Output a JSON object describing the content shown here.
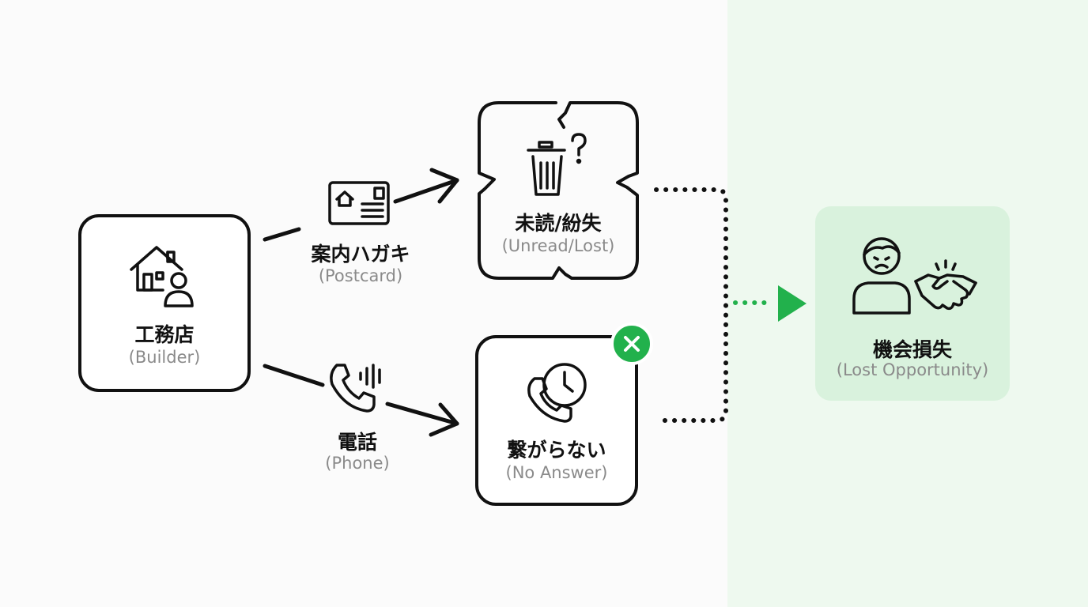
{
  "nodes": {
    "builder": {
      "title": "工務店",
      "subtitle": "(Builder)"
    },
    "unread_lost": {
      "title": "未読/紛失",
      "subtitle": "(Unread/Lost)"
    },
    "no_answer": {
      "title": "繋がらない",
      "subtitle": "(No Answer)"
    },
    "lost_opportunity": {
      "title": "機会損失",
      "subtitle": "(Lost Opportunity)"
    }
  },
  "channels": {
    "postcard": {
      "title": "案内ハガキ",
      "subtitle": "(Postcard)"
    },
    "phone": {
      "title": "電話",
      "subtitle": "(Phone)"
    }
  },
  "colors": {
    "accent": "#22b14c",
    "panel": "#eef9ef",
    "result_box": "#d9f2dd",
    "stroke": "#111111",
    "muted_text": "#8a8a8a"
  },
  "icons": [
    "house-person-icon",
    "postcard-icon",
    "phone-signal-icon",
    "trash-question-icon",
    "phone-clock-icon",
    "sad-person-icon",
    "handshake-icon",
    "close-icon",
    "play-arrow-icon"
  ]
}
